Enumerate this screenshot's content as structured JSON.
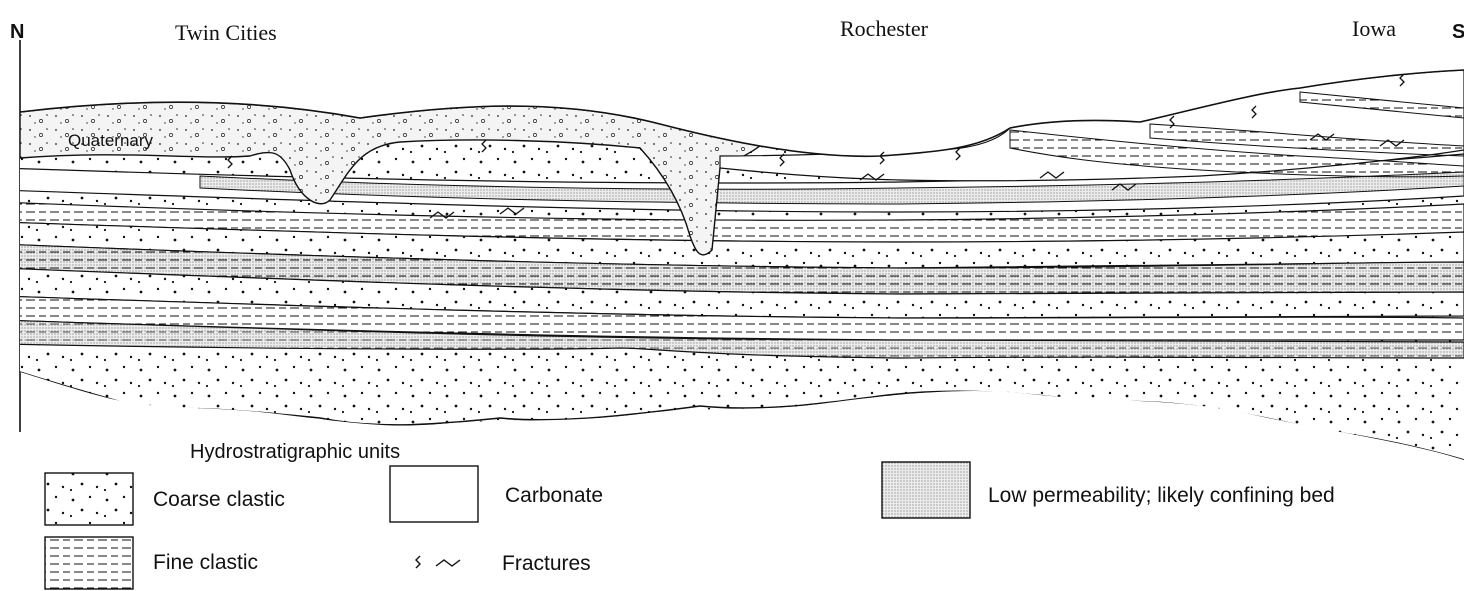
{
  "direction": {
    "north": "N",
    "south": "S"
  },
  "places": {
    "left": "Twin Cities",
    "middle": "Rochester",
    "right": "Iowa"
  },
  "unit_label": "Quaternary",
  "legend": {
    "title": "Hydrostratigraphic units",
    "coarse": "Coarse clastic",
    "carbonate": "Carbonate",
    "low_perm": "Low permeability; likely confining bed",
    "fine": "Fine clastic",
    "fractures": "Fractures"
  },
  "colors": {
    "ink": "#111111",
    "paper": "#ffffff",
    "stipple": "#d8d8d8"
  }
}
